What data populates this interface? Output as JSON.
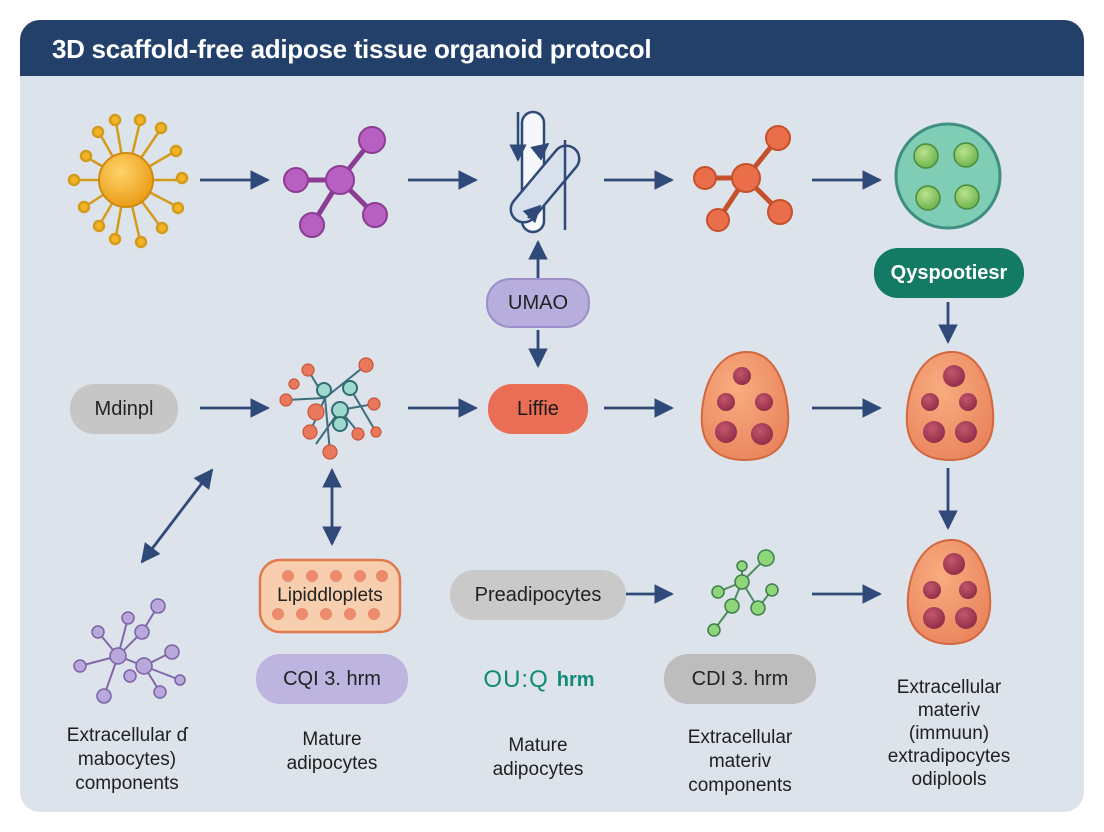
{
  "title": "3D scaffold-free adipose tissue organoid protocol",
  "labels": {
    "umao": "UMAO",
    "qyspootiesr": "Qyspootiesr",
    "mdinpl": "Mdinpl",
    "liffie": "Liffie",
    "lipiddroplets": "Lipiddloplets",
    "preadipocytes": "Preadipocytes",
    "cqi_hrm": "CQI 3. hrm",
    "ou_hrm": "hrm",
    "ou_glyph": "OU:Q",
    "cdi_hrm": "CDI 3. hrm"
  },
  "captions": {
    "ecm_left": [
      "Extracellular ɗ",
      "mabocytes)",
      "components"
    ],
    "mature1": [
      "Mature",
      "adipocytes"
    ],
    "mature2": [
      "Mature",
      "adipocytes"
    ],
    "ecm_mid": [
      "Extracellular",
      "materiv",
      "components"
    ],
    "ecm_right": [
      "Extracellular",
      "materiv",
      "(immuun)",
      "extradipocytes",
      "odiplools"
    ]
  },
  "colors": {
    "header": "#23406b",
    "panel": "#dde3ea",
    "arrow": "#2f4a78",
    "umao_pill": "#b7aedd",
    "qys_pill": "#137a63",
    "grey_pill": "#c6c6c6",
    "liffie_pill": "#ea6e56",
    "lipid_fill": "#f7cfae",
    "lipid_border": "#e07a4e",
    "lipid_dot": "#ec8a6c",
    "cqi_pill": "#bdb5e0",
    "cdi_pill": "#bdbdbd",
    "ou_text": "#118a78"
  }
}
